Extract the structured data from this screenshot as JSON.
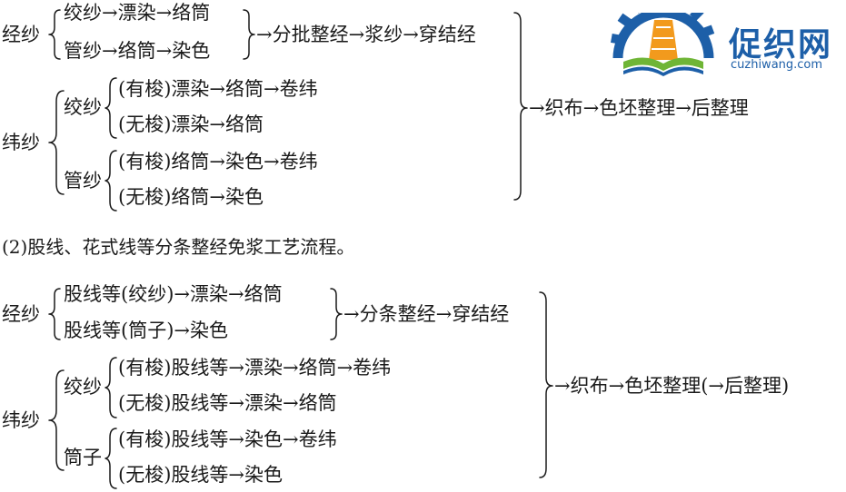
{
  "logo": {
    "name": "促织网",
    "site": "cuzhiwang.com",
    "icon": "gear-yarn-book-icon",
    "colors": {
      "blue": "#1d5fa8",
      "orange": "#f29a1d",
      "green": "#6fb536"
    }
  },
  "flow1": {
    "warp_label": "经纱",
    "warp_rows": [
      "绞纱→漂染→络筒",
      "管纱→络筒→染色"
    ],
    "warp_merge": "→分批整经→浆纱→穿结经",
    "weft_label": "纬纱",
    "weft_groups": [
      {
        "label": "绞纱",
        "rows": [
          "(有梭)漂染→络筒→卷纬",
          "(无梭)漂染→络筒"
        ]
      },
      {
        "label": "管纱",
        "rows": [
          "(有梭)络筒→染色→卷纬",
          "(无梭)络筒→染色"
        ]
      }
    ],
    "final": "→织布→色坯整理→后整理"
  },
  "caption": "(2)股线、花式线等分条整经免浆工艺流程。",
  "flow2": {
    "warp_label": "经纱",
    "warp_rows": [
      "股线等(绞纱)→漂染→络筒",
      "股线等(筒子)→染色"
    ],
    "warp_merge": "→分条整经→穿结经",
    "weft_label": "纬纱",
    "weft_groups": [
      {
        "label": "绞纱",
        "rows": [
          "(有梭)股线等→漂染→络筒→卷纬",
          "(无梭)股线等→漂染→络筒"
        ]
      },
      {
        "label": "筒子",
        "rows": [
          "(有梭)股线等→染色→卷纬",
          "(无梭)股线等→染色"
        ]
      }
    ],
    "final": "→织布→色坯整理(→后整理)"
  }
}
